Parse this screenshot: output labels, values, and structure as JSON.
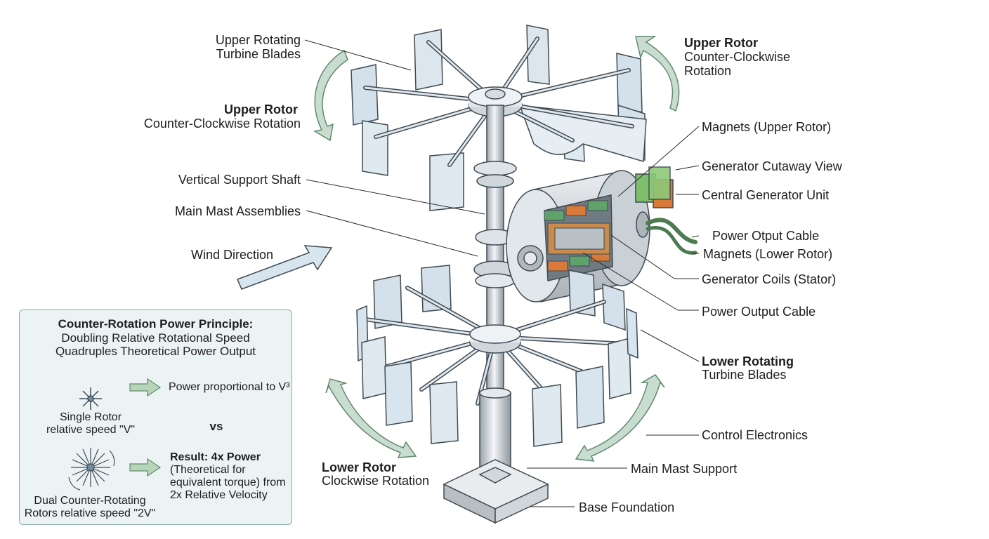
{
  "labels": {
    "upper_blades_1": "Upper Rotating",
    "upper_blades_2": "Turbine Blades",
    "upper_rotor_left_title": "Upper Rotor",
    "upper_rotor_left_sub": "Counter-Clockwise Rotation",
    "vertical_shaft": "Vertical Support Shaft",
    "main_mast": "Main Mast Assemblies",
    "wind_direction": "Wind Direction",
    "upper_rotor_right_title": "Upper Rotor",
    "upper_rotor_right_sub1": "Counter-Clockwise",
    "upper_rotor_right_sub2": "Rotation",
    "magnets_upper": "Magnets (Upper Rotor)",
    "generator_cutaway": "Generator Cutaway View",
    "central_generator": "Central Generator Unit",
    "power_output_cable_1": "Power Otput Cable",
    "magnets_lower": "Magnets (Lower Rotor)",
    "generator_coils": "Generator Coils (Stator)",
    "power_output_cable_2": "Power Output Cable",
    "lower_blades_title": "Lower Rotating",
    "lower_blades_sub": "Turbine Blades",
    "control_electronics": "Control Electronics",
    "main_mast_support": "Main Mast Support",
    "lower_rotor_title": "Lower Rotor",
    "lower_rotor_sub": "Clockwise Rotation",
    "base_foundation": "Base Foundation"
  },
  "panel": {
    "title": "Counter-Rotation Power Principle:",
    "subtitle1": "Doubling Relative Rotational Speed",
    "subtitle2": "Quadruples Theoretical Power Output",
    "single_power": "Power proportional to V³",
    "single_label1": "Single Rotor",
    "single_label2": "relative speed \"V\"",
    "vs": "vs",
    "result_title": "Result: 4x Power",
    "result_line1": "(Theoretical for",
    "result_line2": "equivalent torque) from",
    "result_line3": "2x Relative Velocity",
    "dual_label1": "Dual Counter-Rotating",
    "dual_label2": "Rotors relative speed \"2V\""
  },
  "colors": {
    "blade_fill": "#d9e5ee",
    "blade_stroke": "#3f4a52",
    "rotation_arrow": "#8fb69c",
    "wind_arrow": "#d7e5ee",
    "panel_bg": "#ecf3f5",
    "magnet_green": "#5fa36b",
    "magnet_orange": "#d97a3b",
    "coil_copper": "#c98a4b"
  }
}
